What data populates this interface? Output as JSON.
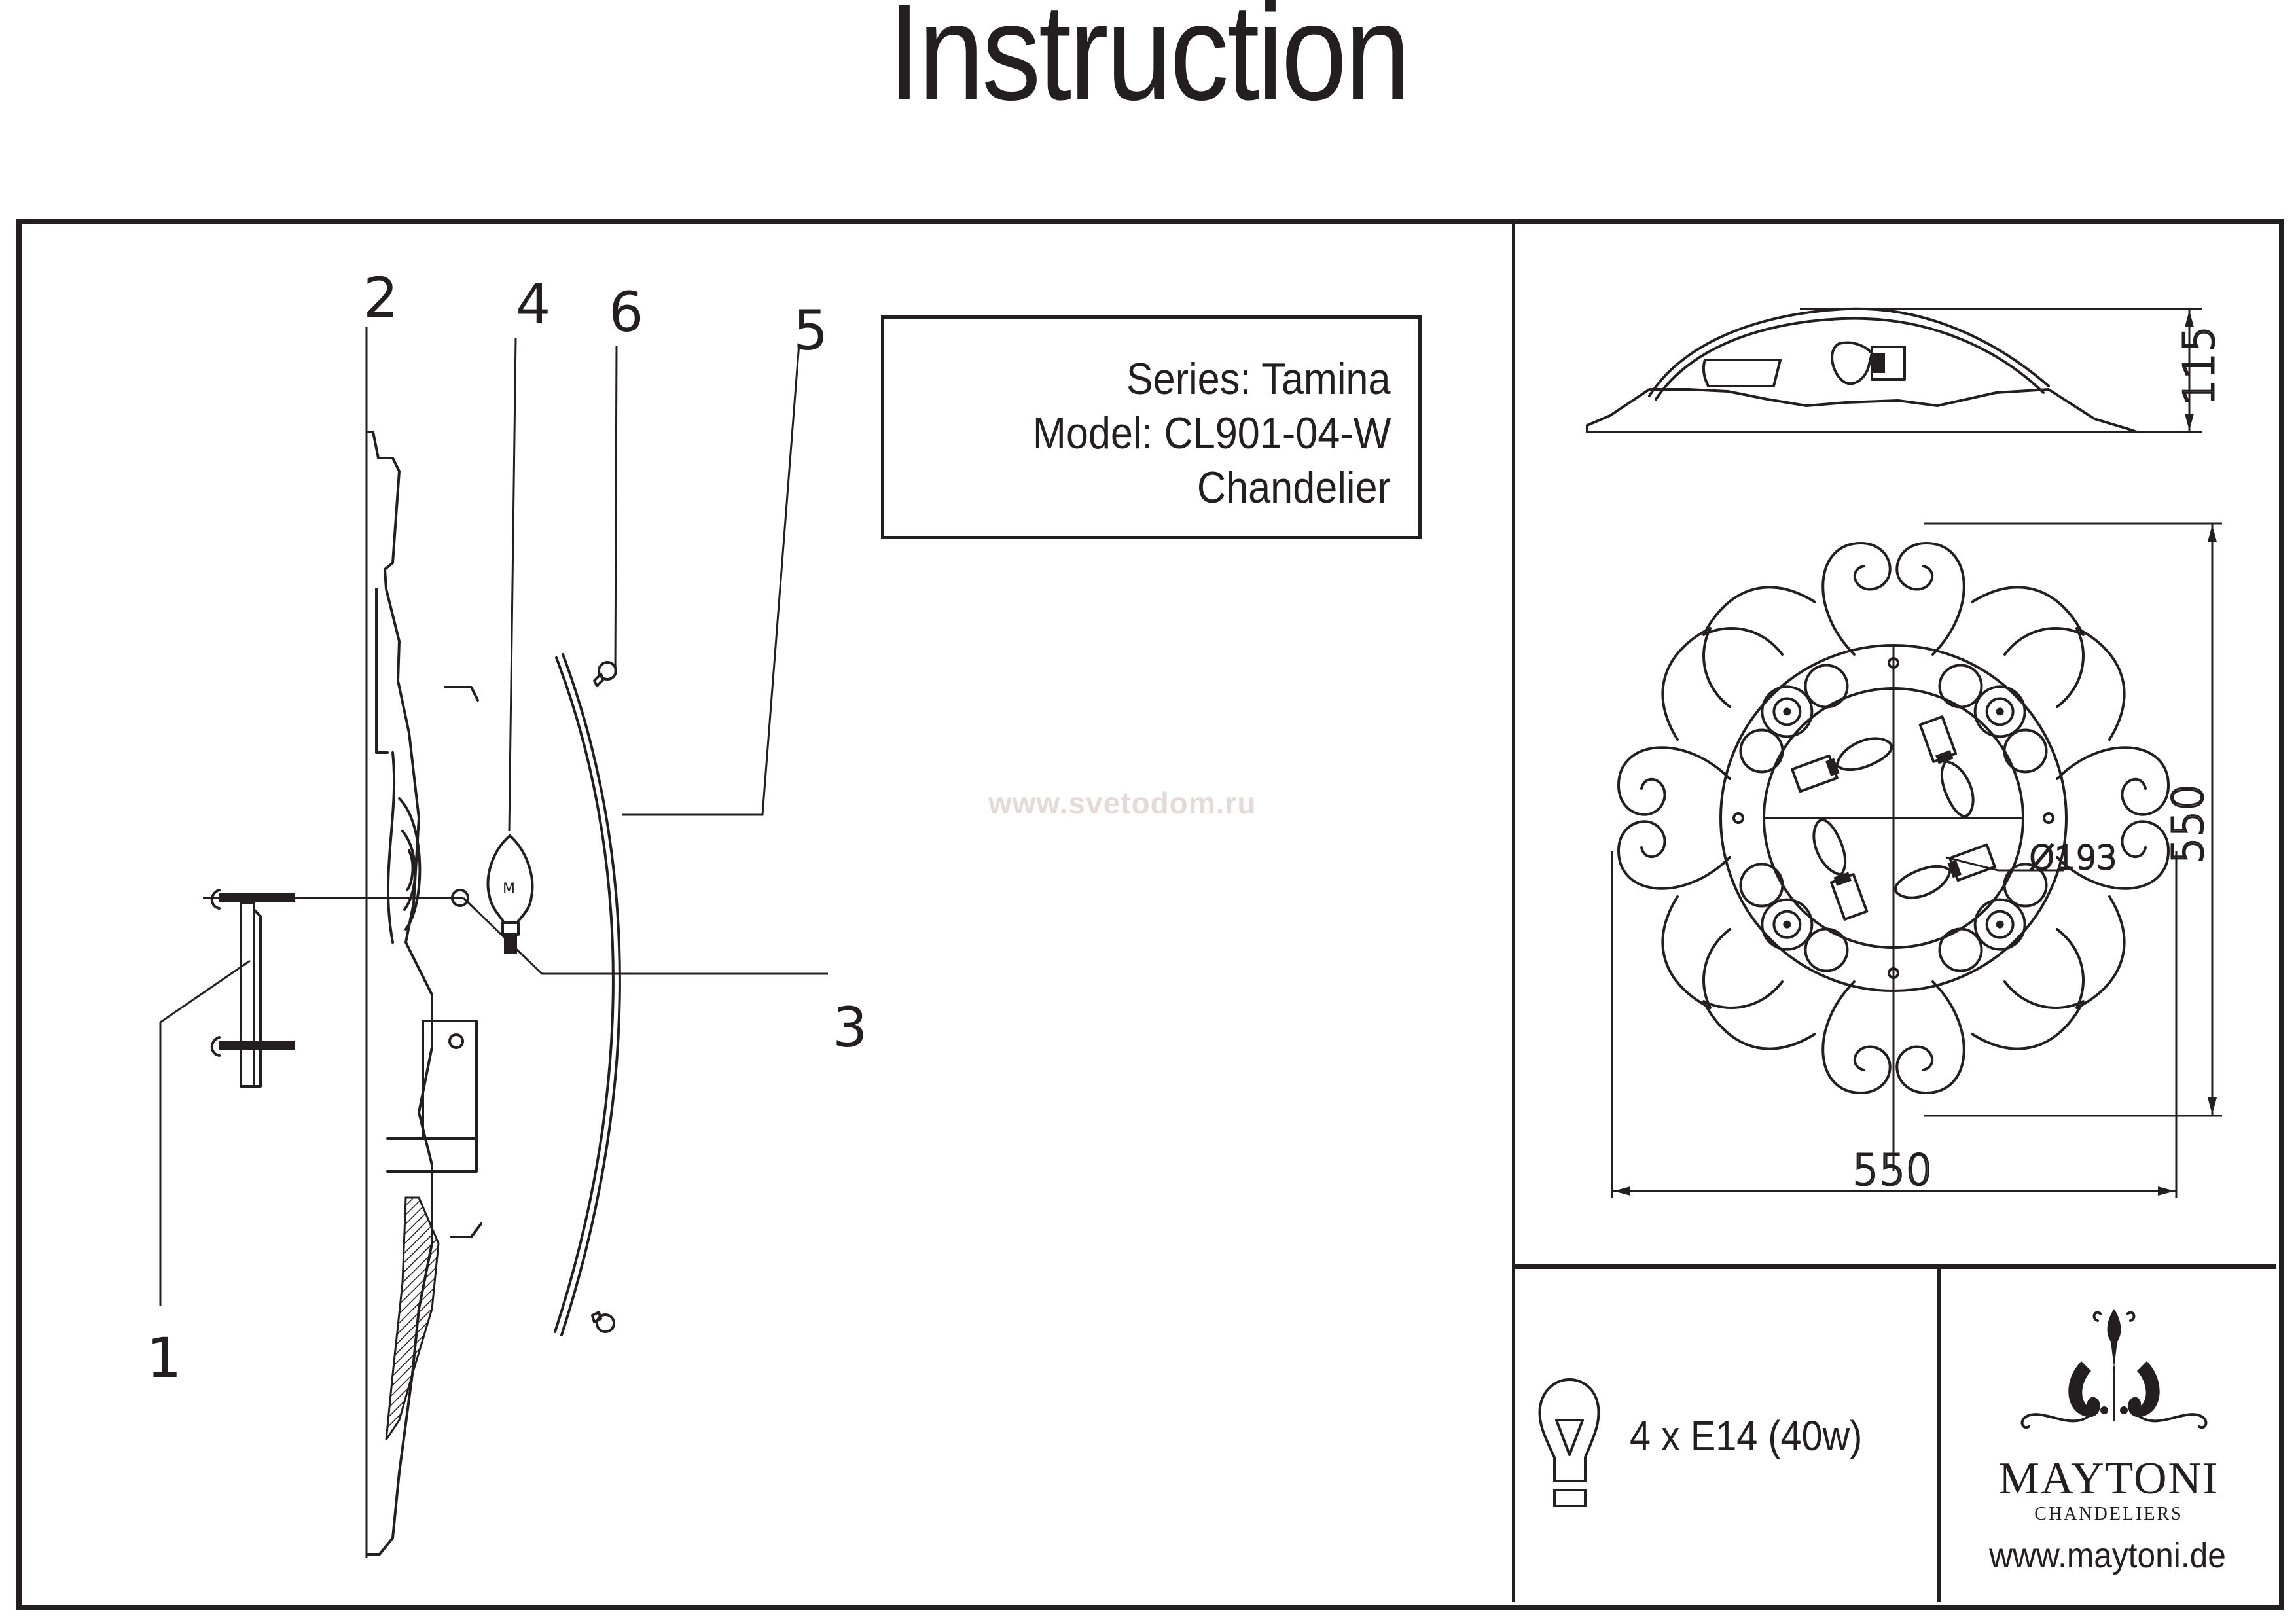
{
  "document": {
    "title": "Instruction",
    "watermark": "www.svetodom.ru"
  },
  "product_info": {
    "series": "Series: Tamina",
    "model": "Model: CL901-04-W",
    "type": "Chandelier"
  },
  "exploded_view": {
    "callouts": [
      {
        "number": "1",
        "part": "mounting-bracket-with-screws"
      },
      {
        "number": "2",
        "part": "ceiling-base-plate"
      },
      {
        "number": "3",
        "part": "decorative-cap-nut"
      },
      {
        "number": "4",
        "part": "light-bulb"
      },
      {
        "number": "5",
        "part": "glass-shade"
      },
      {
        "number": "6",
        "part": "shade-fixing-screw"
      }
    ]
  },
  "dimensions": {
    "height_mm": "115",
    "width_mm": "550",
    "depth_mm": "550",
    "inner_diameter": "Ø193"
  },
  "specs": {
    "icon": "light-bulb-icon",
    "bulbs": "4 x E14 (40w)"
  },
  "brand": {
    "logo_icon": "chandelier-ornament-logo",
    "name": "MAYTONI",
    "tagline": "CHANDELIERS",
    "website": "www.maytoni.de"
  }
}
